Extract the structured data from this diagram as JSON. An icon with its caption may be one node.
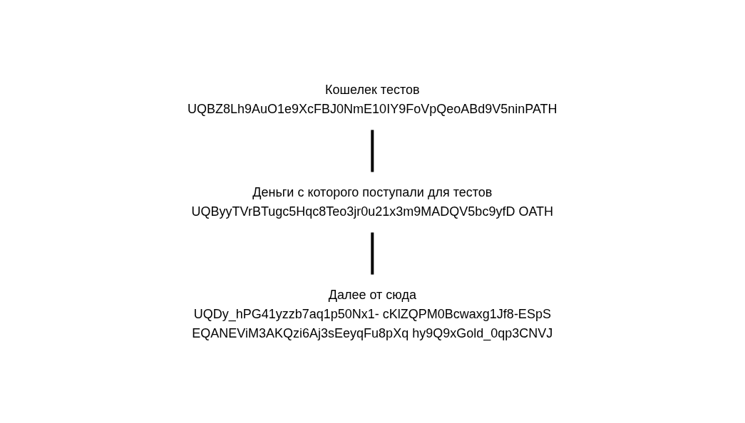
{
  "diagram": {
    "nodes": [
      {
        "text": [
          "Кошелек тестов",
          "UQBZ8Lh9AuO1e9XcFBJ0NmE10IY9FoVpQeoABd9V5ninPATH"
        ]
      },
      {
        "text": [
          "Деньги с которого поступали для тестов",
          "UQByyTVrBTugc5Hqc8Teo3jr0u21x3m9MADQV5bc9yfD OATH"
        ]
      },
      {
        "text": [
          "Далее от сюда",
          "UQDy_hPG41yzzb7aq1p50Nx1- cKlZQPM0Bcwaxg1Jf8-ESpS",
          "EQANEViM3AKQzi6Aj3sEeyqFu8pXq hy9Q9xGold_0qp3CNVJ"
        ]
      }
    ],
    "edges": [
      {
        "from": 0,
        "to": 1,
        "arrow": "none"
      },
      {
        "from": 1,
        "to": 2,
        "arrow": "none"
      }
    ]
  }
}
